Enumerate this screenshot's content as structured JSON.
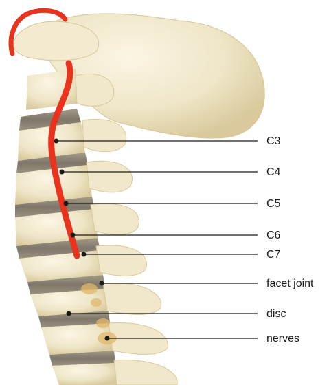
{
  "image": {
    "subject": "cervical spine model"
  },
  "labels": [
    {
      "id": "c3",
      "text": "C3"
    },
    {
      "id": "c4",
      "text": "C4"
    },
    {
      "id": "c5",
      "text": "C5"
    },
    {
      "id": "c6",
      "text": "C6"
    },
    {
      "id": "c7",
      "text": "C7"
    },
    {
      "id": "facet",
      "text": "facet joint"
    },
    {
      "id": "disc",
      "text": "disc"
    },
    {
      "id": "nerves",
      "text": "nerves"
    }
  ],
  "colors": {
    "bone": "#efe6c8",
    "bone_shadow": "#d8c89a",
    "disc": "#8f8878",
    "artery": "#e8341f",
    "leader": "#1a1a1a"
  }
}
